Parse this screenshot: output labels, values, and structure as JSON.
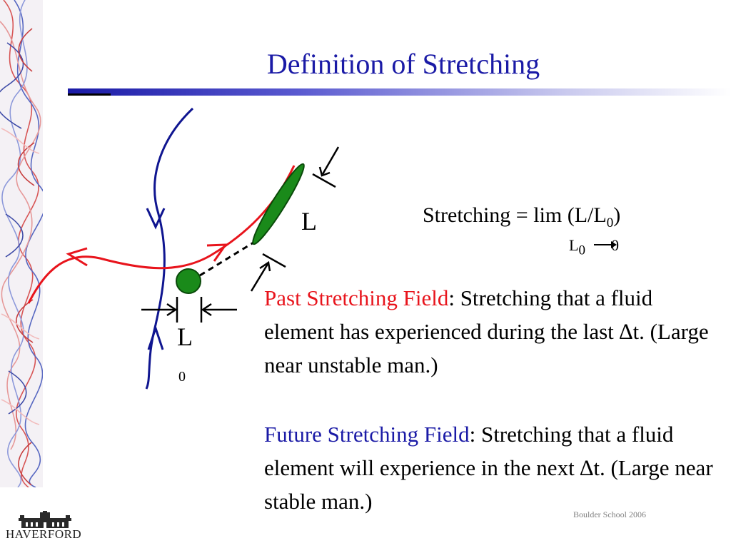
{
  "slide": {
    "title": "Definition of Stretching",
    "formula": {
      "lhs": "Stretching = lim (L/L",
      "lhs_sub": "0",
      "lhs_end": ")",
      "limit_var": "L",
      "limit_var_sub": "0",
      "limit_target": "0"
    },
    "diagram_labels": {
      "L": "L",
      "L0_main": "L",
      "L0_sub": "0"
    },
    "past": {
      "term": "Past Stretching Field",
      "rest": ":  Stretching that a fluid element has experienced during the last ∆t. (Large near unstable man.)"
    },
    "future": {
      "term": "Future Stretching Field",
      "rest": ":  Stretching that a fluid element will experience in the next ∆t.    (Large near stable man.)"
    },
    "footer": "Boulder School 2006",
    "logo_text": "HAVERFORD"
  },
  "colors": {
    "title": "#1a1aa6",
    "unstable_manifold": "#e8141c",
    "stable_manifold": "#0f1590",
    "fluid_element": "#1a8a1a"
  }
}
